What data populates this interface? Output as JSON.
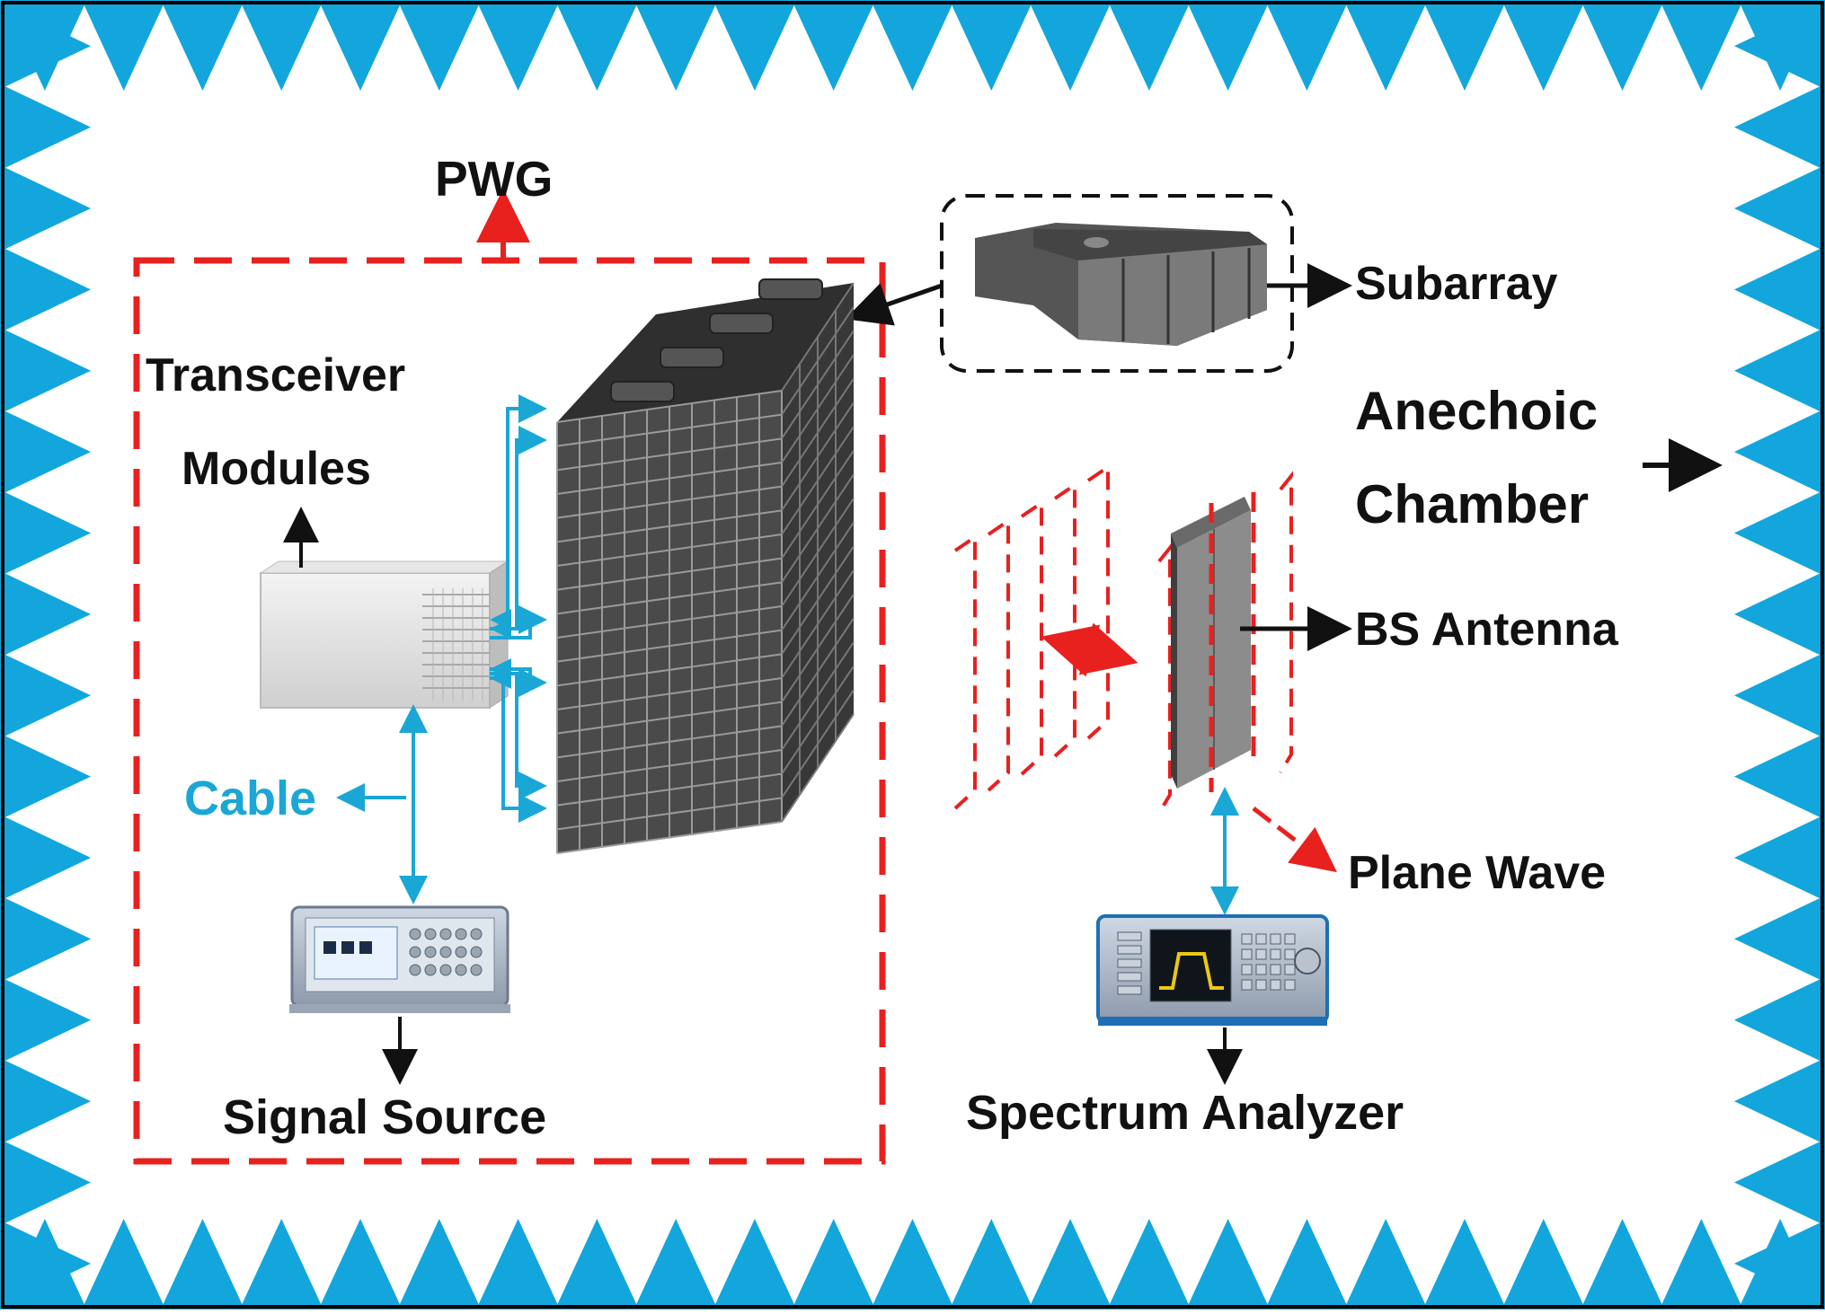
{
  "colors": {
    "absorber": "#12a6dd",
    "pwg_dash": "#e8201e",
    "cable": "#1aa7d6",
    "arrow": "#111111",
    "array_dark": "#3b3b3b"
  },
  "labels": {
    "pwg": "PWG",
    "subarray": "Subarray",
    "transceiver_line1": "Transceiver",
    "transceiver_line2": "Modules",
    "anechoic_line1": "Anechoic",
    "anechoic_line2": "Chamber",
    "bs_antenna": "BS Antenna",
    "cable": "Cable",
    "plane_wave": "Plane Wave",
    "signal_source": "Signal Source",
    "spectrum_analyzer": "Spectrum Analyzer"
  }
}
